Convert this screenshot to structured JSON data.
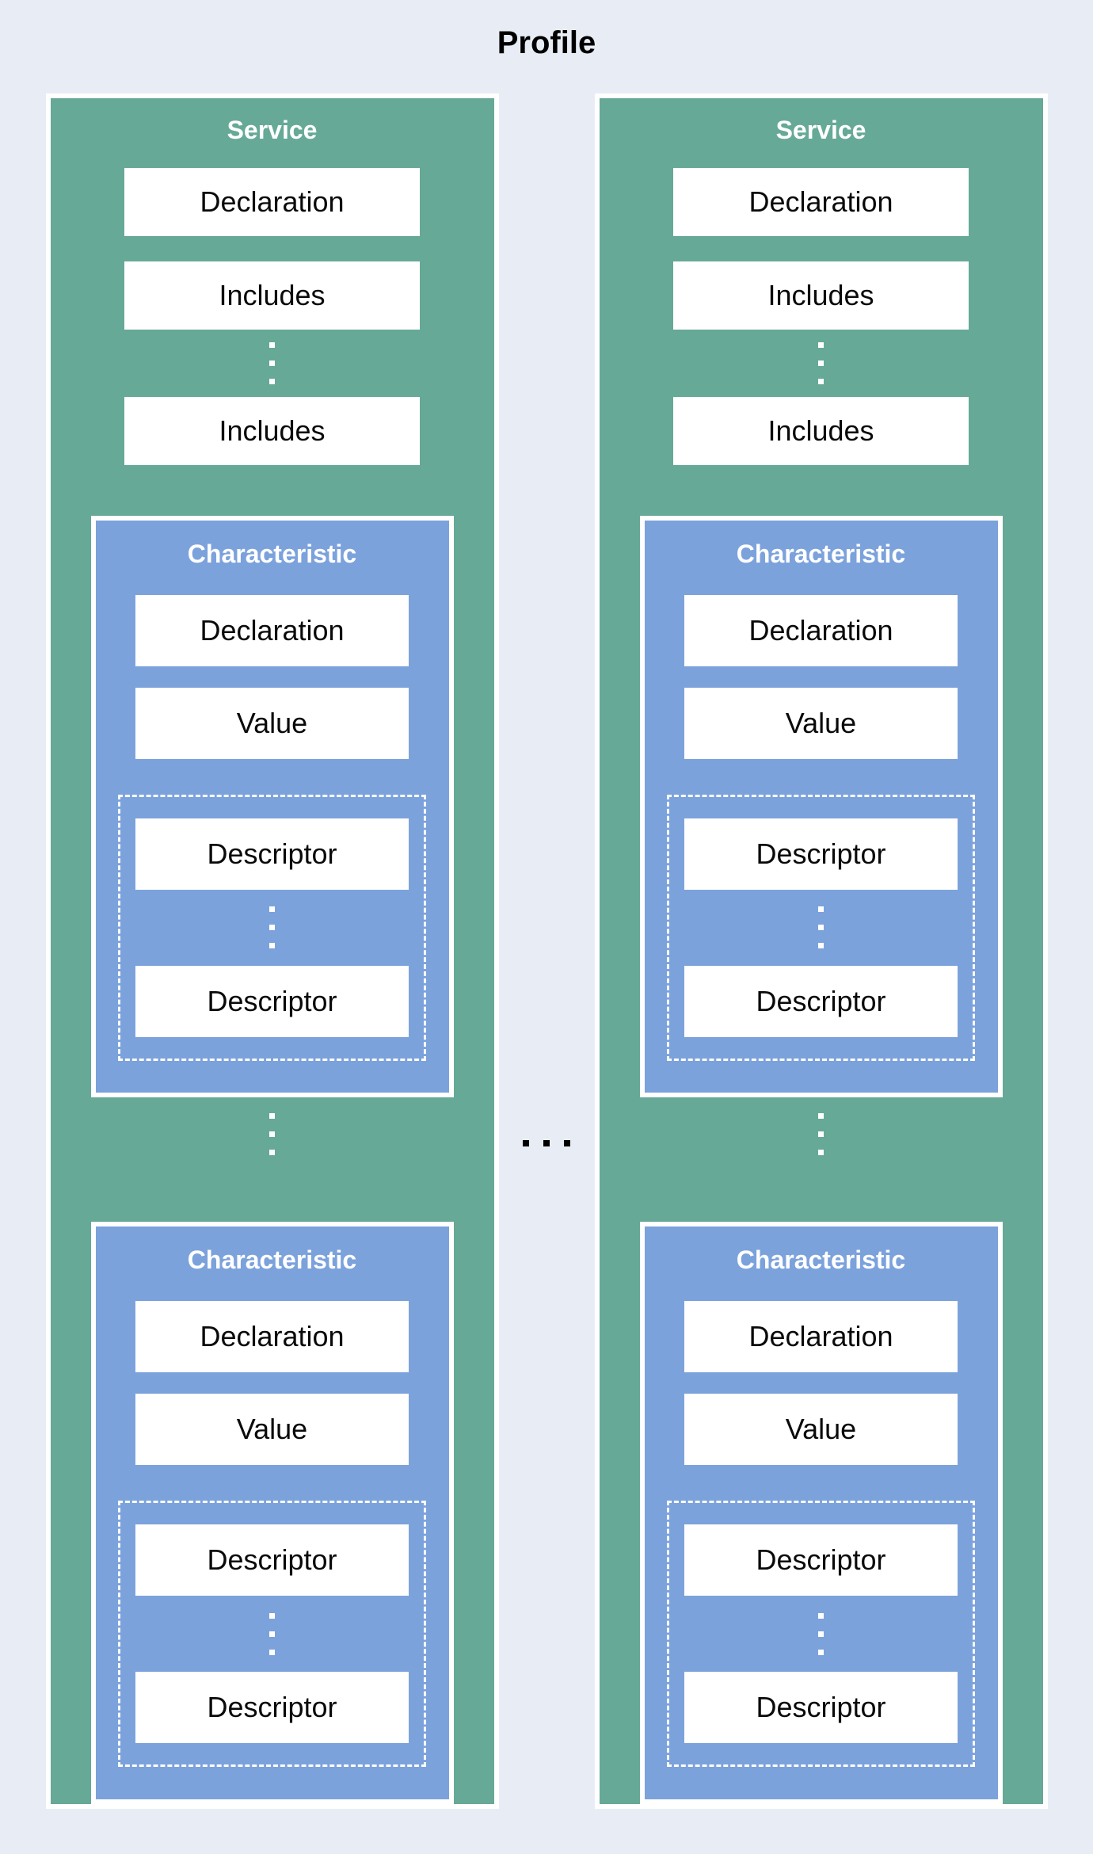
{
  "title": "Profile",
  "colors": {
    "background": "#e8edf5",
    "teal": "#66a997",
    "blue": "#7ca2dc",
    "white": "#ffffff",
    "text": "#0a0a0a"
  },
  "horizontal_ellipsis": "...",
  "vertical_ellipsis": "⋮",
  "services": [
    {
      "label": "Service",
      "declaration": "Declaration",
      "includes": [
        "Includes",
        "Includes"
      ],
      "characteristics": [
        {
          "label": "Characteristic",
          "declaration": "Declaration",
          "value": "Value",
          "descriptors": [
            "Descriptor",
            "Descriptor"
          ]
        },
        {
          "label": "Characteristic",
          "declaration": "Declaration",
          "value": "Value",
          "descriptors": [
            "Descriptor",
            "Descriptor"
          ]
        }
      ]
    },
    {
      "label": "Service",
      "declaration": "Declaration",
      "includes": [
        "Includes",
        "Includes"
      ],
      "characteristics": [
        {
          "label": "Characteristic",
          "declaration": "Declaration",
          "value": "Value",
          "descriptors": [
            "Descriptor",
            "Descriptor"
          ]
        },
        {
          "label": "Characteristic",
          "declaration": "Declaration",
          "value": "Value",
          "descriptors": [
            "Descriptor",
            "Descriptor"
          ]
        }
      ]
    }
  ]
}
